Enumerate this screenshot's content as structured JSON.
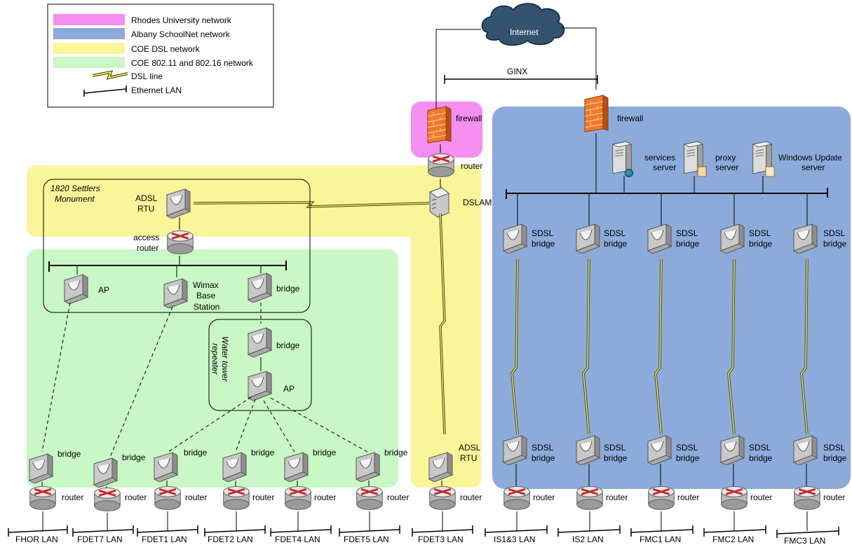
{
  "colors": {
    "rhodes": "#f58ef0",
    "albany": "#8cabdb",
    "coe_dsl": "#fbf59a",
    "coe_wireless": "#c9f7c5",
    "firewall": "#f07a2a",
    "dsl_line": "#f2ea2a",
    "router_red": "#d63030"
  },
  "legend": {
    "rhodes": "Rhodes University network",
    "albany": "Albany SchoolNet network",
    "coe_dsl": "COE DSL network",
    "coe_wireless": "COE 802.11 and 802.16 network",
    "dsl_line": "DSL line",
    "ethernet": "Ethernet LAN"
  },
  "internet": "Internet",
  "ginx": "GINX",
  "firewall_label": "firewall",
  "router_label": "router",
  "bridge_label": "bridge",
  "dslam_label": "DSLAM",
  "adsl": "ADSL",
  "rtu": "RTU",
  "sdsl": "SDSL",
  "ap_label": "AP",
  "settlers_1": "1820 Settlers",
  "settlers_2": "Monument",
  "access_1": "access",
  "access_2": "router",
  "wimax_1": "Wimax",
  "wimax_2": "Base",
  "wimax_3": "Station",
  "water_1": "Water tower",
  "water_2": "repeater",
  "servers": {
    "services_1": "services",
    "services_2": "server",
    "proxy_1": "proxy",
    "proxy_2": "server",
    "wu_1": "Windows Update",
    "wu_2": "server"
  },
  "lans": {
    "fhor": "FHOR LAN",
    "fdet7": "FDET7 LAN",
    "fdet1": "FDET1 LAN",
    "fdet2": "FDET2 LAN",
    "fdet4": "FDET4 LAN",
    "fdet5": "FDET5 LAN",
    "fdet3": "FDET3 LAN",
    "is13": "IS1&3 LAN",
    "is2": "IS2 LAN",
    "fmc1": "FMC1 LAN",
    "fmc2": "FMC2 LAN",
    "fmc3": "FMC3 LAN"
  }
}
